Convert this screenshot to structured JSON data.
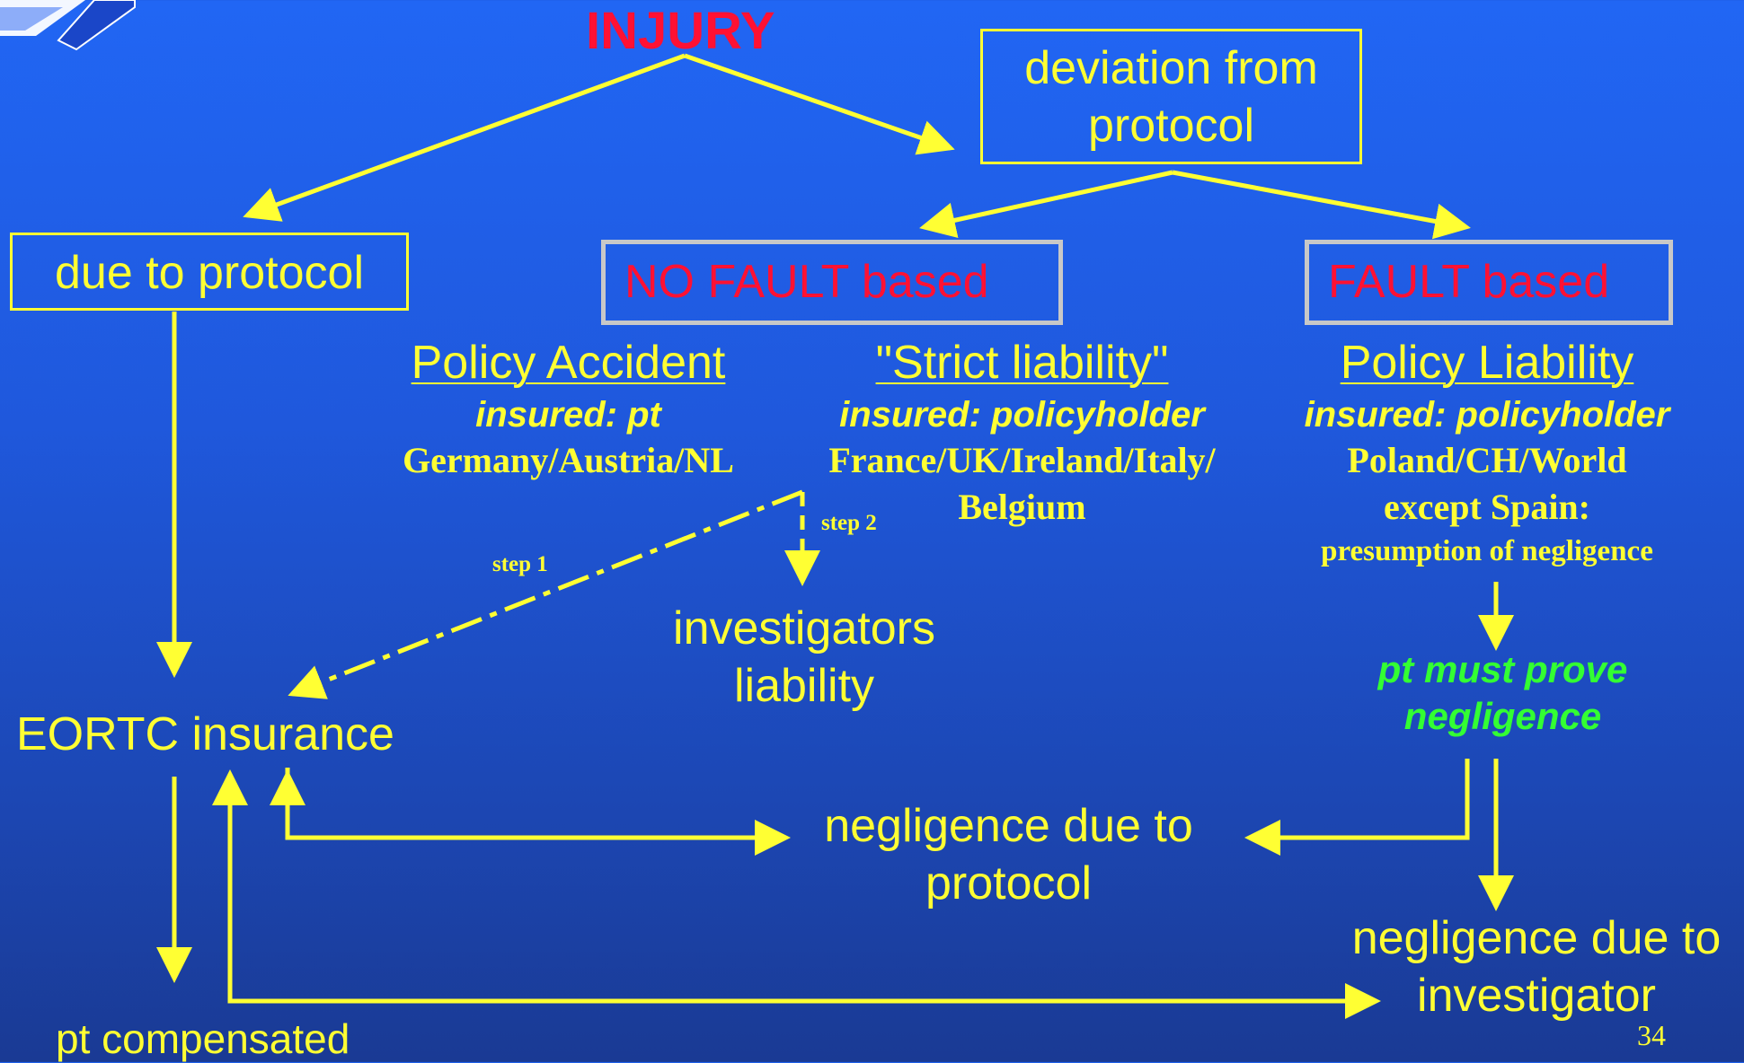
{
  "slide": {
    "title": "INJURY",
    "page_number": "34",
    "colors": {
      "background": "#2166f4",
      "line": "#ffff33",
      "title": "#ff1133",
      "emphasis": "#33ff33",
      "box_border": "#c8c8c8"
    }
  },
  "nodes": {
    "deviation": "deviation from\nprotocol",
    "due_to_protocol": "due to protocol",
    "no_fault": "NO FAULT based",
    "fault": "FAULT based",
    "eortc": "EORTC insurance",
    "investigators": "investigators\nliability",
    "negligence_protocol": "negligence due to\nprotocol",
    "negligence_investigator": "negligence due to\ninvestigator",
    "pt_compensated": "pt compensated",
    "pt_prove": "pt must prove\nnegligence"
  },
  "columns": {
    "policy_accident": {
      "heading": "Policy Accident",
      "insured": "insured: pt",
      "countries": "Germany/Austria/NL"
    },
    "strict_liability": {
      "heading": "\"Strict liability\"",
      "insured": "insured: policyholder",
      "countries": "France/UK/Ireland/Italy/\nBelgium"
    },
    "policy_liability": {
      "heading": "Policy Liability",
      "insured": "insured: policyholder",
      "countries": "Poland/CH/World\nexcept Spain:",
      "note": "presumption of negligence"
    }
  },
  "steps": {
    "step1": "step 1",
    "step2": "step 2"
  }
}
